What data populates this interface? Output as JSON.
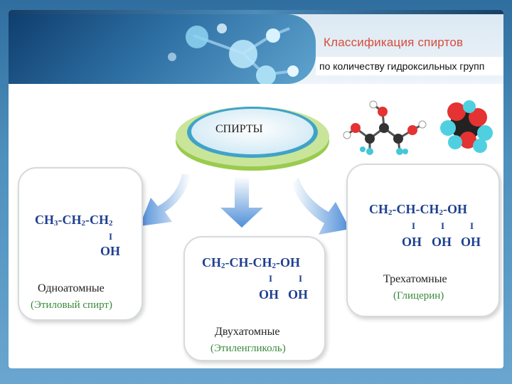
{
  "header": {
    "title": "Классификация спиртов",
    "subtitle": "по количеству гидроксильных групп"
  },
  "hub": {
    "label": "СПИРТЫ"
  },
  "cards": {
    "monohydric": {
      "formula_top": [
        "CH",
        "3",
        "-CH",
        "2",
        "-CH",
        "2"
      ],
      "bond": "I",
      "oh": "OH",
      "name": "Одноатомные",
      "example": "(Этиловый спирт)"
    },
    "dihydric": {
      "formula_top": [
        "CH",
        "2",
        "-CH-CH",
        "2",
        "-OH"
      ],
      "bond1": "I",
      "bond2": "I",
      "oh1": "OH",
      "oh2": "OH",
      "name": "Двухатомные",
      "example": "(Этиленгликоль)"
    },
    "trihydric": {
      "formula_top": [
        "CH",
        "2",
        "-CH-CH",
        "2",
        "-OH"
      ],
      "bond1": "I",
      "bond2": "I",
      "bond3": "I",
      "oh1": "OH",
      "oh2": "OH",
      "oh3": "OH",
      "name": "Трехатомные",
      "example": "(Глицерин)"
    }
  },
  "colors": {
    "title": "#d84b3a",
    "formula": "#1d3f8f",
    "example": "#3a8a3a",
    "hub_ring": "#9acb4e",
    "arrow": "#4f8fd8"
  }
}
